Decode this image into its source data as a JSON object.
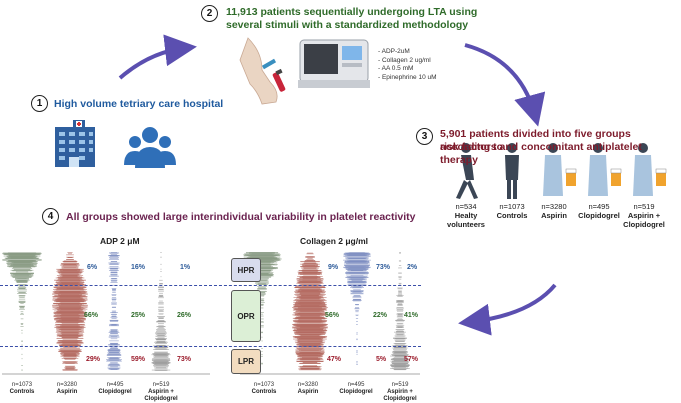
{
  "steps": [
    {
      "num": "1",
      "title": "High volume tetriary care hospital"
    },
    {
      "num": "2",
      "title_line1": "11,913 patients sequentially undergoing LTA using",
      "title_line2": "several stimuli with a standardized methodology"
    },
    {
      "num": "3",
      "title_line1": "5,901 patients divided into five groups according to",
      "title_line2": "risk factors and concomitant antiplatelet therapy"
    },
    {
      "num": "4",
      "title": "All groups showed large interindividual variability in platelet reactivity"
    }
  ],
  "stimuli": [
    "- ADP-2uM",
    "- Collagen 2 ug/ml",
    "- AA 0.5 mM",
    "- Epinephrine 10 uM"
  ],
  "groups": [
    {
      "n": "n=534",
      "label_line1": "Healty",
      "label_line2": "volunteers"
    },
    {
      "n": "n=1073",
      "label_line1": "Controls",
      "label_line2": ""
    },
    {
      "n": "n=3280",
      "label_line1": "Aspirin",
      "label_line2": ""
    },
    {
      "n": "n=495",
      "label_line1": "Clopidogrel",
      "label_line2": ""
    },
    {
      "n": "n=519",
      "label_line1": "Aspirin +",
      "label_line2": "Clopidogrel"
    }
  ],
  "panels": {
    "adp_title": "ADP 2 μM",
    "collagen_title": "Collagen 2 μg/ml"
  },
  "zones": {
    "hpr": "HPR",
    "opr": "OPR",
    "lpr": "LPR"
  },
  "adp_pct": {
    "aspirin": [
      "6%",
      "66%",
      "29%"
    ],
    "clopidogrel": [
      "16%",
      "25%",
      "59%"
    ],
    "asa_clopi": [
      "1%",
      "26%",
      "73%"
    ]
  },
  "collagen_pct": {
    "aspirin": [
      "9%",
      "56%",
      "47%"
    ],
    "clopidogrel": [
      "73%",
      "22%",
      "5%"
    ],
    "asa_clopi": [
      "2%",
      "41%",
      "57%"
    ]
  },
  "bottom_labels": [
    {
      "n": "n=1073",
      "name": "Controls",
      "name2": ""
    },
    {
      "n": "n=3280",
      "name": "Aspirin",
      "name2": ""
    },
    {
      "n": "n=495",
      "name": "Clopidogrel",
      "name2": ""
    },
    {
      "n": "n=519",
      "name": "Aspirin +",
      "name2": "Clopidogrel"
    }
  ],
  "colors": {
    "arrow": "#5b4fb0",
    "controls_dots": "#8a9b84",
    "aspirin_dots": "#b46b62",
    "clopidogrel_dots": "#7f8fc2",
    "asa_clopi_dots": "#9a9a9a"
  }
}
